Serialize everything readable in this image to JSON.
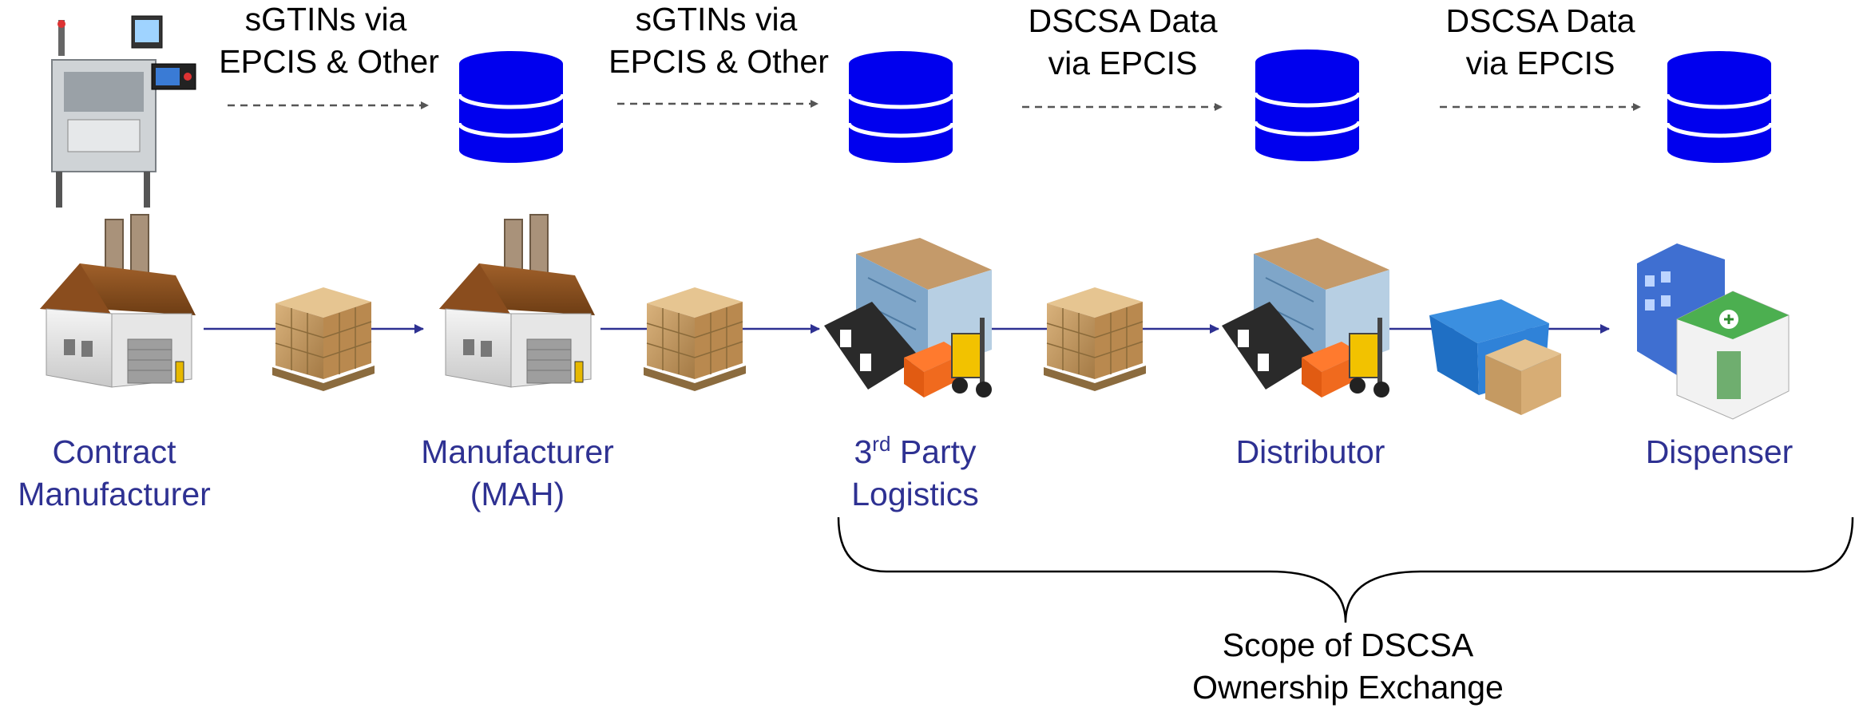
{
  "flows": [
    {
      "line1": "sGTINs via",
      "line2": "EPCIS & Other"
    },
    {
      "line1": "sGTINs via",
      "line2": "EPCIS & Other"
    },
    {
      "line1": "DSCSA Data",
      "line2": "via EPCIS"
    },
    {
      "line1": "DSCSA Data",
      "line2": "via EPCIS"
    }
  ],
  "nodes": [
    {
      "line1": "Contract",
      "line2": "Manufacturer",
      "icon": "factory-icon"
    },
    {
      "line1": "Manufacturer",
      "line2": "(MAH)",
      "icon": "factory-icon"
    },
    {
      "line1_pre": "3",
      "line1_sup": "rd",
      "line1_post": " Party",
      "line2": "Logistics",
      "icon": "warehouse-icon"
    },
    {
      "line1": "Distributor",
      "icon": "warehouse-icon"
    },
    {
      "line1": "Dispenser",
      "icon": "pharmacy-icon"
    }
  ],
  "scope": {
    "line1": "Scope of DSCSA",
    "line2": "Ownership Exchange"
  },
  "colors": {
    "node_text": "#2e3192",
    "database": "#0000ee",
    "arrow": "#2e3192",
    "dashed_arrow": "#555555"
  }
}
